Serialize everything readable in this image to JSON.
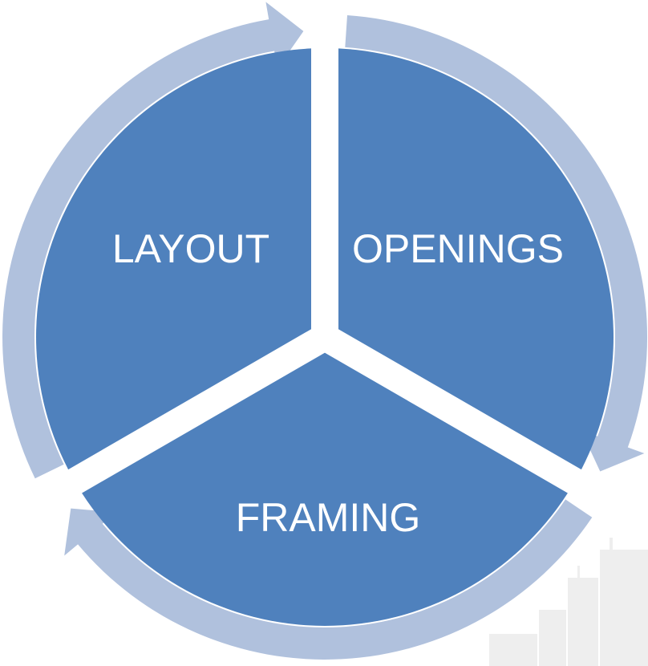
{
  "colors": {
    "segment_fill": "#4f81bd",
    "arrow_fill": "#b0c1dd",
    "label_text": "#ffffff",
    "background": "#ffffff",
    "watermark": "#eeeeee"
  },
  "cycle": {
    "segments": [
      {
        "key": "layout",
        "label": "LAYOUT"
      },
      {
        "key": "openings",
        "label": "OPENINGS"
      },
      {
        "key": "framing",
        "label": "FRAMING"
      }
    ],
    "direction": "clockwise"
  },
  "background_decoration": {
    "icon": "city-skyline-watermark-icon"
  }
}
